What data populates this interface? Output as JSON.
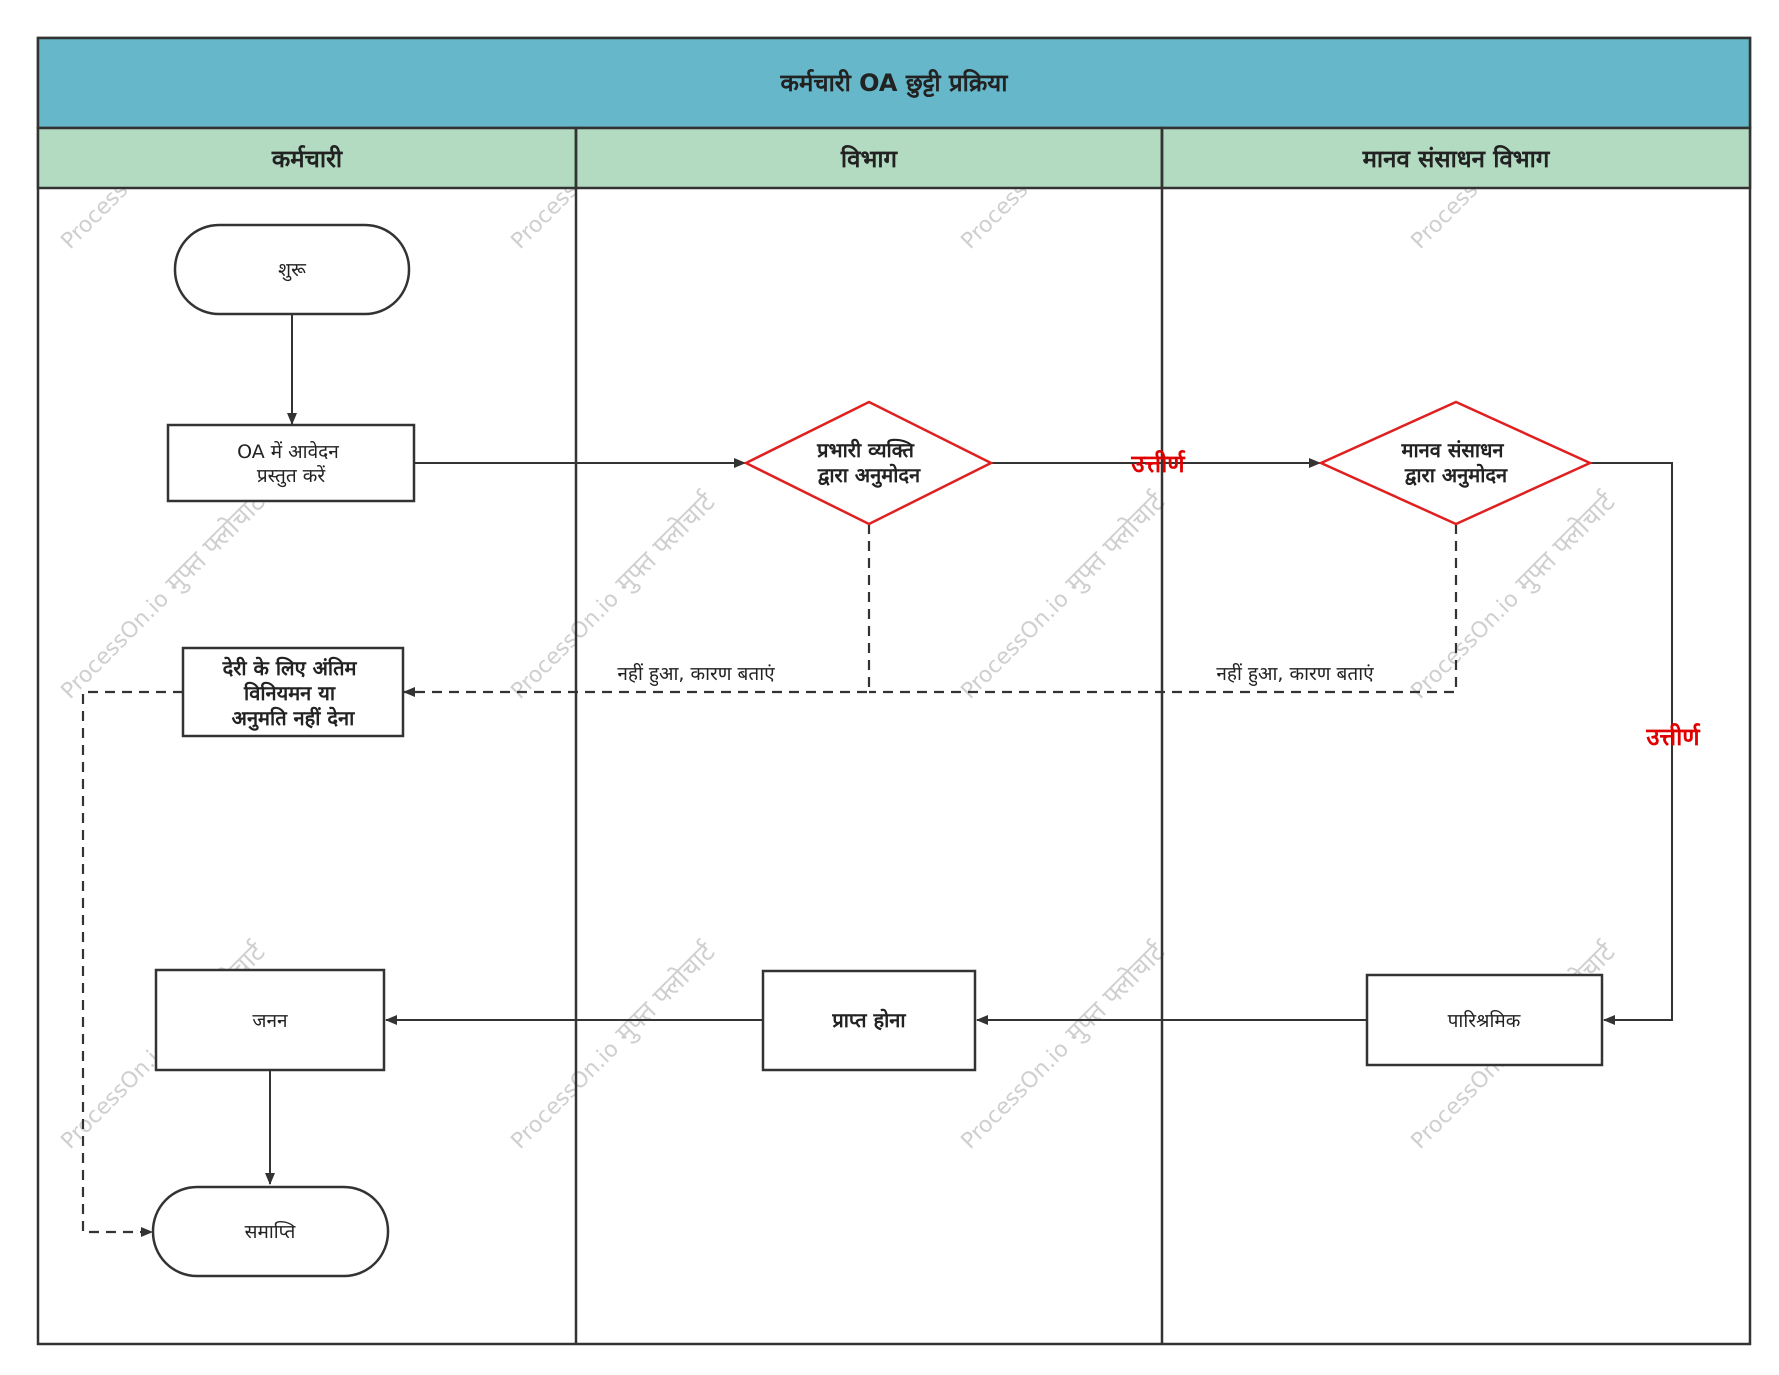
{
  "title": "कर्मचारी OA छुट्टी प्रक्रिया",
  "lanes": [
    {
      "id": "employee",
      "label": "कर्मचारी"
    },
    {
      "id": "department",
      "label": "विभाग"
    },
    {
      "id": "hr",
      "label": "मानव संसाधन विभाग"
    }
  ],
  "nodes": {
    "start": {
      "lines": [
        "शुरू"
      ],
      "shape": "terminal"
    },
    "apply": {
      "lines": [
        "OA में आवेदन",
        "प्रस्तुत करें"
      ],
      "shape": "process"
    },
    "dept_approval": {
      "lines": [
        "प्रभारी व्यक्ति",
        "द्वारा अनुमोदन"
      ],
      "shape": "decision"
    },
    "hr_approval": {
      "lines": [
        "मानव संसाधन",
        "द्वारा अनुमोदन"
      ],
      "shape": "decision"
    },
    "rejected": {
      "lines": [
        "देरी के लिए अंतिम",
        "विनियमन या",
        "अनुमति नहीं देना"
      ],
      "shape": "process"
    },
    "archive": {
      "lines": [
        "जनन"
      ],
      "shape": "process"
    },
    "receipt": {
      "lines": [
        "प्राप्त होना"
      ],
      "shape": "process"
    },
    "record": {
      "lines": [
        "पारिश्रमिक"
      ],
      "shape": "process"
    },
    "end": {
      "lines": [
        "समाप्ति"
      ],
      "shape": "terminal"
    }
  },
  "edges": {
    "pass_1": "उत्तीर्ण",
    "pass_2": "उत्तीर्ण",
    "reject_1": "नहीं हुआ, कारण बताएं",
    "reject_2": "नहीं हुआ, कारण बताएं"
  },
  "watermarks": {
    "brand": "ProcessOn.io",
    "phrase": "मुफ्त फ्लोचार्ट"
  },
  "colors": {
    "title_bg": "#66b7c9",
    "lane_header_bg": "#b3dbc1",
    "decision_border": "#e02020",
    "pass_label": "#e00000",
    "line": "#333333"
  }
}
